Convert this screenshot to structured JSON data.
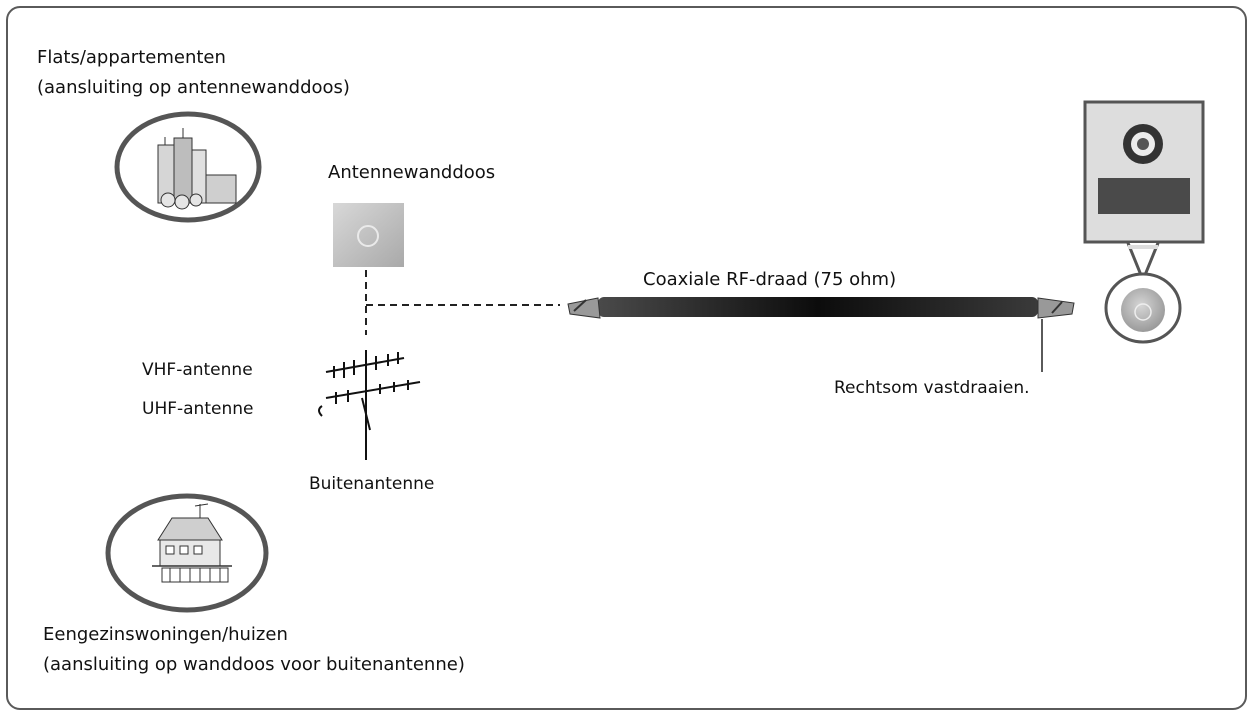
{
  "labels": {
    "flats_line1": "Flats/appartementen",
    "flats_line2": "(aansluiting op antennewanddoos)",
    "wall_outlet": "Antennewanddoos",
    "cable": "Coaxiale RF-draad (75 ohm)",
    "vhf": "VHF-antenne",
    "uhf": "UHF-antenne",
    "outdoor": "Buitenantenne",
    "tighten": "Rechtsom vastdraaien.",
    "houses_line1": "Eengezinswoningen/huizen",
    "houses_line2": "(aansluiting op wanddoos voor buitenantenne)"
  }
}
